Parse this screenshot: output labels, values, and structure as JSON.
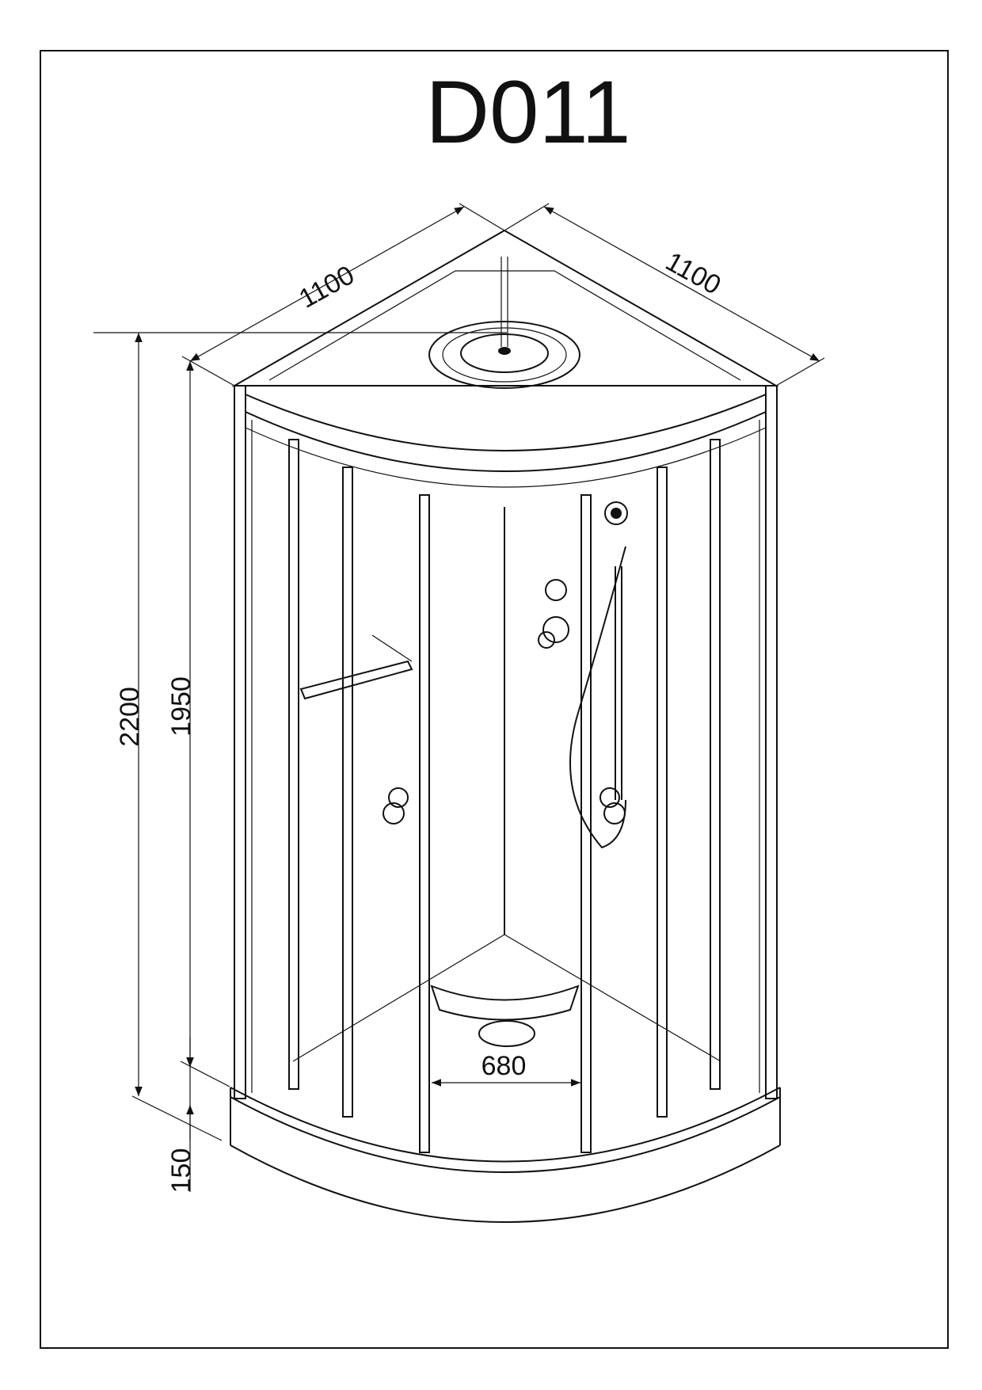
{
  "title": "D011",
  "dimensions": {
    "width_left": "1100",
    "width_right": "1100",
    "total_height": "2200",
    "cabin_height": "1950",
    "tray_height": "150",
    "door_opening": "680"
  }
}
